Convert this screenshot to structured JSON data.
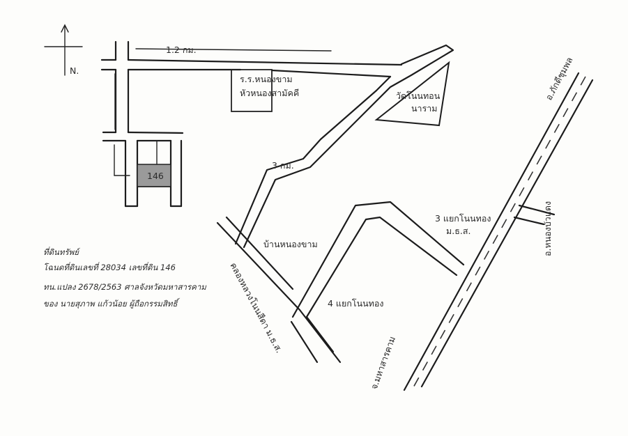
{
  "compass": {
    "north_label": "N."
  },
  "distances": {
    "top": "1.2 กม.",
    "middle": "3 กม."
  },
  "landmarks": {
    "school": [
      "ร.ร.หนองขาม",
      "หัวหนองสามัคคี"
    ],
    "temple": [
      "วัดโนนทอน",
      "นาราม"
    ],
    "parcel": "146",
    "village": "บ้านหนองขาม",
    "junction_3": [
      "3 แยกโนนทอง",
      "ม.ธ.ส."
    ],
    "junction_4": "4 แยกโนนทอง"
  },
  "roads": {
    "to_phutthaisong": "อ.ภักดีชุมพล",
    "to_nongbua": "อ.หนองบัวแดง",
    "to_kalasin": "คลองหลวงโนนสีดา ม.ธ.ส.",
    "to_mahasarakham": "จ.มหาสารคาม"
  },
  "notes": [
    "ที่ดินทรัพย์",
    "โฉนดที่ดินเลขที่ 28034  เลขที่ดิน 146",
    "ทน.แปลง 2678/2563  ศาลจังหวัดมหาสารคาม",
    "ของ นายสุภาพ แก้วน้อย  ผู้ถือกรรมสิทธิ์"
  ]
}
